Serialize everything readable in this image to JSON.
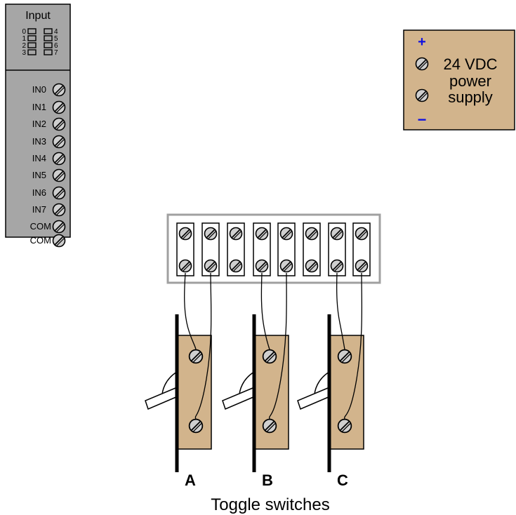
{
  "input_card": {
    "title": "Input",
    "led_numbers_left": [
      "0",
      "1",
      "2",
      "3"
    ],
    "led_numbers_right": [
      "4",
      "5",
      "6",
      "7"
    ],
    "terminals": [
      "IN0",
      "IN1",
      "IN2",
      "IN3",
      "IN4",
      "IN5",
      "IN6",
      "IN7",
      "COM",
      "COM"
    ]
  },
  "power_supply": {
    "lines": [
      "24 VDC",
      "power",
      "supply"
    ],
    "plus": "+",
    "minus": "−"
  },
  "terminal_strip": {
    "count": 8
  },
  "switches": {
    "labels": [
      "A",
      "B",
      "C"
    ],
    "caption": "Toggle switches"
  },
  "colors": {
    "card_fill": "#a6a6a6",
    "tan": "#d2b48c",
    "strip_border": "#a0a0a0",
    "polarity": "#1010e0"
  }
}
